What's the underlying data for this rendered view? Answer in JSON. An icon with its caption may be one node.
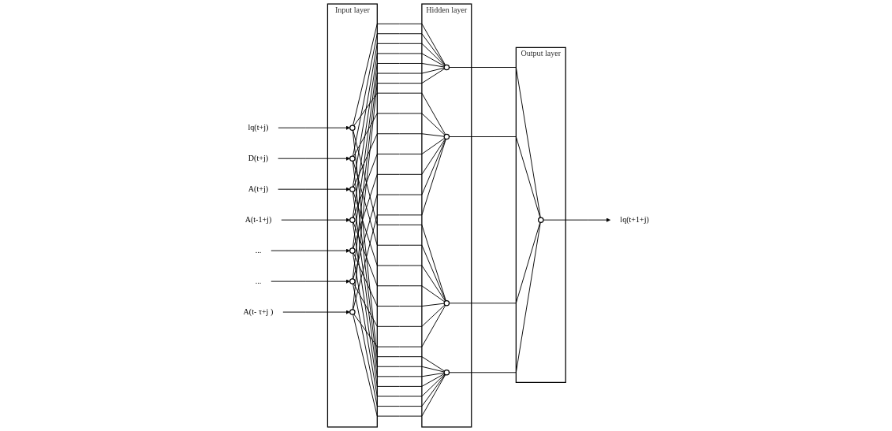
{
  "diagram": {
    "nodes": [
      {
        "text": [
          "lq(t+j)"
        ]
      },
      {
        "text": [
          "D(t+j)"
        ]
      },
      {
        "text": [
          "A(t+j)"
        ]
      },
      {
        "text": [
          "A(t-1+j)"
        ]
      },
      {
        "text": [
          "..."
        ]
      },
      {
        "text": [
          "..."
        ]
      },
      {
        "text": [
          "A(t- τ+j )"
        ]
      },
      {
        "text": [
          "Input layer"
        ]
      },
      {
        "text": [],
        "shape": "circle",
        "in": 7
      },
      {
        "text": [],
        "shape": "circle",
        "in": 7
      },
      {
        "text": [],
        "shape": "circle",
        "in": 7
      },
      {
        "text": [],
        "shape": "circle",
        "in": 7
      },
      {
        "text": [],
        "shape": "circle",
        "in": 7
      },
      {
        "text": [],
        "shape": "circle",
        "in": 7
      },
      {
        "text": [],
        "shape": "circle",
        "in": 7
      },
      {
        "text": [
          "Hidden layer"
        ]
      },
      {
        "text": [],
        "shape": "circle",
        "in": 15
      },
      {
        "text": [],
        "shape": "circle",
        "in": 15
      },
      {
        "text": [],
        "shape": "circle",
        "in": 15
      },
      {
        "text": [],
        "shape": "circle",
        "in": 15
      },
      {
        "text": [
          "Output layer"
        ]
      },
      {
        "text": [],
        "shape": "circle",
        "in": 20
      },
      {
        "text": [
          "lq(t+1+j)"
        ]
      }
    ],
    "edges": [
      {
        "from": 0,
        "to": 8,
        "arrow": "to"
      },
      {
        "from": 1,
        "to": 9,
        "arrow": "to"
      },
      {
        "from": 2,
        "to": 10,
        "arrow": "to"
      },
      {
        "from": 3,
        "to": 11,
        "arrow": "to"
      },
      {
        "from": 4,
        "to": 12,
        "arrow": "to"
      },
      {
        "from": 5,
        "to": 13,
        "arrow": "to"
      },
      {
        "from": 6,
        "to": 14,
        "arrow": "to"
      },
      {
        "from": 8,
        "to": 16,
        "arrow": "none"
      },
      {
        "from": 8,
        "to": 17,
        "arrow": "none"
      },
      {
        "from": 8,
        "to": 18,
        "arrow": "none"
      },
      {
        "from": 8,
        "to": 19,
        "arrow": "none"
      },
      {
        "from": 9,
        "to": 16,
        "arrow": "none"
      },
      {
        "from": 9,
        "to": 17,
        "arrow": "none"
      },
      {
        "from": 9,
        "to": 18,
        "arrow": "none"
      },
      {
        "from": 9,
        "to": 19,
        "arrow": "none"
      },
      {
        "from": 10,
        "to": 16,
        "arrow": "none"
      },
      {
        "from": 10,
        "to": 17,
        "arrow": "none"
      },
      {
        "from": 10,
        "to": 18,
        "arrow": "none"
      },
      {
        "from": 10,
        "to": 19,
        "arrow": "none"
      },
      {
        "from": 11,
        "to": 16,
        "arrow": "none"
      },
      {
        "from": 11,
        "to": 17,
        "arrow": "none"
      },
      {
        "from": 11,
        "to": 18,
        "arrow": "none"
      },
      {
        "from": 11,
        "to": 19,
        "arrow": "none"
      },
      {
        "from": 12,
        "to": 16,
        "arrow": "none"
      },
      {
        "from": 12,
        "to": 17,
        "arrow": "none"
      },
      {
        "from": 12,
        "to": 18,
        "arrow": "none"
      },
      {
        "from": 12,
        "to": 19,
        "arrow": "none"
      },
      {
        "from": 13,
        "to": 16,
        "arrow": "none"
      },
      {
        "from": 13,
        "to": 17,
        "arrow": "none"
      },
      {
        "from": 13,
        "to": 18,
        "arrow": "none"
      },
      {
        "from": 13,
        "to": 19,
        "arrow": "none"
      },
      {
        "from": 14,
        "to": 16,
        "arrow": "none"
      },
      {
        "from": 14,
        "to": 17,
        "arrow": "none"
      },
      {
        "from": 14,
        "to": 18,
        "arrow": "none"
      },
      {
        "from": 14,
        "to": 19,
        "arrow": "none"
      },
      {
        "from": 16,
        "to": 21,
        "arrow": "none"
      },
      {
        "from": 17,
        "to": 21,
        "arrow": "none"
      },
      {
        "from": 18,
        "to": 21,
        "arrow": "none"
      },
      {
        "from": 19,
        "to": 21,
        "arrow": "none"
      },
      {
        "from": 21,
        "to": 22,
        "arrow": "to"
      }
    ]
  }
}
